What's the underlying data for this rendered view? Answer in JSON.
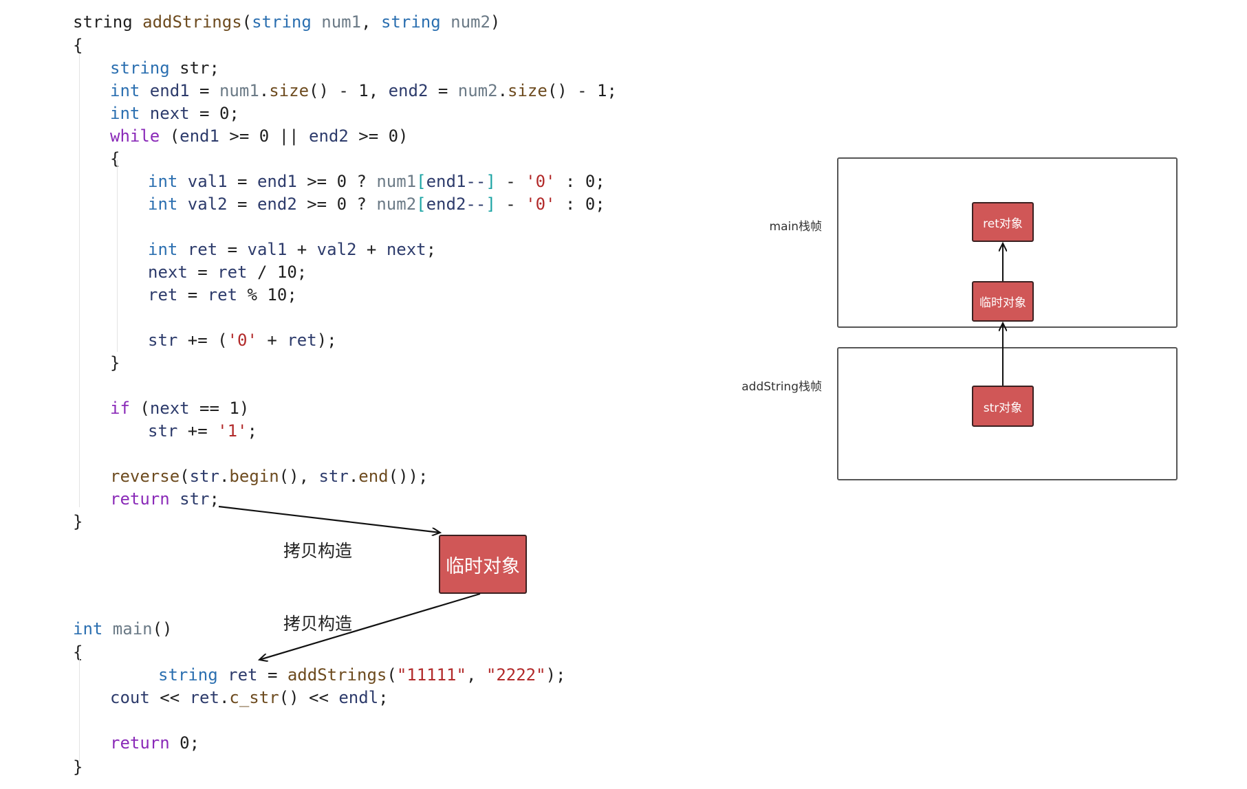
{
  "code": {
    "lines": [
      [
        [
          "c-plain",
          "string "
        ],
        [
          "c-fn",
          "addStrings"
        ],
        [
          "c-plain",
          "("
        ],
        [
          "c-type",
          "string"
        ],
        [
          "c-param",
          " num1"
        ],
        [
          "c-plain",
          ", "
        ],
        [
          "c-type",
          "string"
        ],
        [
          "c-param",
          " num2"
        ],
        [
          "c-plain",
          ")"
        ]
      ],
      [
        [
          "c-plain",
          "{"
        ]
      ],
      [
        [
          "c-type",
          "string"
        ],
        [
          "c-plain",
          " str;"
        ]
      ],
      [
        [
          "c-type",
          "int"
        ],
        [
          "c-var",
          " end1"
        ],
        [
          "c-plain",
          " = "
        ],
        [
          "c-param",
          "num1"
        ],
        [
          "c-plain",
          "."
        ],
        [
          "c-fn",
          "size"
        ],
        [
          "c-plain",
          "() - 1, "
        ],
        [
          "c-var",
          "end2"
        ],
        [
          "c-plain",
          " = "
        ],
        [
          "c-param",
          "num2"
        ],
        [
          "c-plain",
          "."
        ],
        [
          "c-fn",
          "size"
        ],
        [
          "c-plain",
          "() - 1;"
        ]
      ],
      [
        [
          "c-type",
          "int"
        ],
        [
          "c-var",
          " next"
        ],
        [
          "c-plain",
          " = 0;"
        ]
      ],
      [
        [
          "c-kw",
          "while"
        ],
        [
          "c-plain",
          " ("
        ],
        [
          "c-var",
          "end1"
        ],
        [
          "c-plain",
          " >= 0 || "
        ],
        [
          "c-var",
          "end2"
        ],
        [
          "c-plain",
          " >= 0)"
        ]
      ],
      [
        [
          "c-plain",
          "{"
        ]
      ],
      [
        [
          "c-type",
          "int"
        ],
        [
          "c-var",
          " val1"
        ],
        [
          "c-plain",
          " = "
        ],
        [
          "c-var",
          "end1"
        ],
        [
          "c-plain",
          " >= 0 ? "
        ],
        [
          "c-param",
          "num1"
        ],
        [
          "c-bracket",
          "["
        ],
        [
          "c-var",
          "end1--"
        ],
        [
          "c-bracket",
          "]"
        ],
        [
          "c-plain",
          " - "
        ],
        [
          "c-str",
          "'0'"
        ],
        [
          "c-plain",
          " : 0;"
        ]
      ],
      [
        [
          "c-type",
          "int"
        ],
        [
          "c-var",
          " val2"
        ],
        [
          "c-plain",
          " = "
        ],
        [
          "c-var",
          "end2"
        ],
        [
          "c-plain",
          " >= 0 ? "
        ],
        [
          "c-param",
          "num2"
        ],
        [
          "c-bracket",
          "["
        ],
        [
          "c-var",
          "end2--"
        ],
        [
          "c-bracket",
          "]"
        ],
        [
          "c-plain",
          " - "
        ],
        [
          "c-str",
          "'0'"
        ],
        [
          "c-plain",
          " : 0;"
        ]
      ],
      [],
      [
        [
          "c-type",
          "int"
        ],
        [
          "c-var",
          " ret"
        ],
        [
          "c-plain",
          " = "
        ],
        [
          "c-var",
          "val1"
        ],
        [
          "c-plain",
          " + "
        ],
        [
          "c-var",
          "val2"
        ],
        [
          "c-plain",
          " + "
        ],
        [
          "c-var",
          "next"
        ],
        [
          "c-plain",
          ";"
        ]
      ],
      [
        [
          "c-var",
          "next"
        ],
        [
          "c-plain",
          " = "
        ],
        [
          "c-var",
          "ret"
        ],
        [
          "c-plain",
          " / 10;"
        ]
      ],
      [
        [
          "c-var",
          "ret"
        ],
        [
          "c-plain",
          " = "
        ],
        [
          "c-var",
          "ret"
        ],
        [
          "c-plain",
          " % 10;"
        ]
      ],
      [],
      [
        [
          "c-var",
          "str"
        ],
        [
          "c-plain",
          " += ("
        ],
        [
          "c-str",
          "'0'"
        ],
        [
          "c-plain",
          " + "
        ],
        [
          "c-var",
          "ret"
        ],
        [
          "c-plain",
          ");"
        ]
      ],
      [
        [
          "c-plain",
          "}"
        ]
      ],
      [],
      [
        [
          "c-kw",
          "if"
        ],
        [
          "c-plain",
          " ("
        ],
        [
          "c-var",
          "next"
        ],
        [
          "c-plain",
          " == 1)"
        ]
      ],
      [
        [
          "c-var",
          "str"
        ],
        [
          "c-plain",
          " += "
        ],
        [
          "c-str",
          "'1'"
        ],
        [
          "c-plain",
          ";"
        ]
      ],
      [],
      [
        [
          "c-fn",
          "reverse"
        ],
        [
          "c-plain",
          "("
        ],
        [
          "c-var",
          "str"
        ],
        [
          "c-plain",
          "."
        ],
        [
          "c-fn",
          "begin"
        ],
        [
          "c-plain",
          "(), "
        ],
        [
          "c-var",
          "str"
        ],
        [
          "c-plain",
          "."
        ],
        [
          "c-fn",
          "end"
        ],
        [
          "c-plain",
          "());"
        ]
      ],
      [
        [
          "c-kw",
          "return"
        ],
        [
          "c-var",
          " str"
        ],
        [
          "c-plain",
          ";"
        ]
      ],
      [
        [
          "c-plain",
          "}"
        ]
      ],
      [
        [
          "c-type",
          "int"
        ],
        [
          "c-param",
          " main"
        ],
        [
          "c-plain",
          "()"
        ]
      ],
      [
        [
          "c-plain",
          "{"
        ]
      ],
      [
        [
          "c-type",
          "string"
        ],
        [
          "c-var",
          " ret"
        ],
        [
          "c-plain",
          " = "
        ],
        [
          "c-fn",
          "addStrings"
        ],
        [
          "c-plain",
          "("
        ],
        [
          "c-str",
          "\"11111\""
        ],
        [
          "c-plain",
          ", "
        ],
        [
          "c-str",
          "\"2222\""
        ],
        [
          "c-plain",
          ");"
        ]
      ],
      [
        [
          "c-var",
          "cout"
        ],
        [
          "c-plain",
          " << "
        ],
        [
          "c-var",
          "ret"
        ],
        [
          "c-plain",
          "."
        ],
        [
          "c-fn",
          "c_str"
        ],
        [
          "c-plain",
          "() << "
        ],
        [
          "c-var",
          "endl"
        ],
        [
          "c-plain",
          ";"
        ]
      ],
      [],
      [
        [
          "c-kw",
          "return"
        ],
        [
          "c-plain",
          " 0;"
        ]
      ],
      [
        [
          "c-plain",
          "}"
        ]
      ]
    ]
  },
  "left_diagram": {
    "temp_object": "临时对象",
    "copy_construct_1": "拷贝构造",
    "copy_construct_2": "拷贝构造"
  },
  "right_diagram": {
    "main_frame_label": "main栈帧",
    "addstring_frame_label": "addString栈帧",
    "ret_object": "ret对象",
    "temp_object": "临时对象",
    "str_object": "str对象"
  }
}
